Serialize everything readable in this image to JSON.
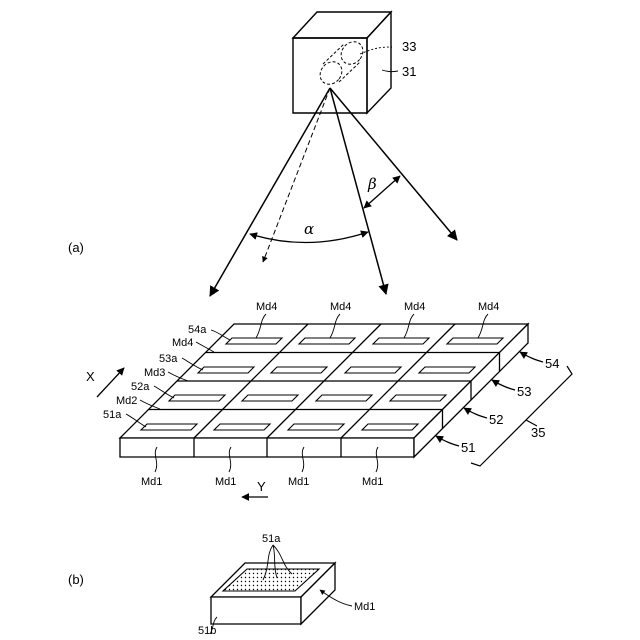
{
  "figure": {
    "panel_a": "(a)",
    "panel_b": "(b)",
    "camera": {
      "label_lens": "33",
      "label_body": "31"
    },
    "angles": {
      "alpha": "α",
      "beta": "β"
    },
    "axes": {
      "x": "X",
      "y": "Y"
    },
    "md4_top": [
      "Md4",
      "Md4",
      "Md4",
      "Md4"
    ],
    "md1_bottom": [
      "Md1",
      "Md1",
      "Md1",
      "Md1"
    ],
    "left_labels": [
      "54a",
      "Md4",
      "53a",
      "Md3",
      "52a",
      "Md2",
      "51a"
    ],
    "rows": [
      "54",
      "53",
      "52",
      "51"
    ],
    "group": "35",
    "detail": {
      "label_top": "51a",
      "label_body": "51b",
      "label_module": "Md1"
    }
  }
}
